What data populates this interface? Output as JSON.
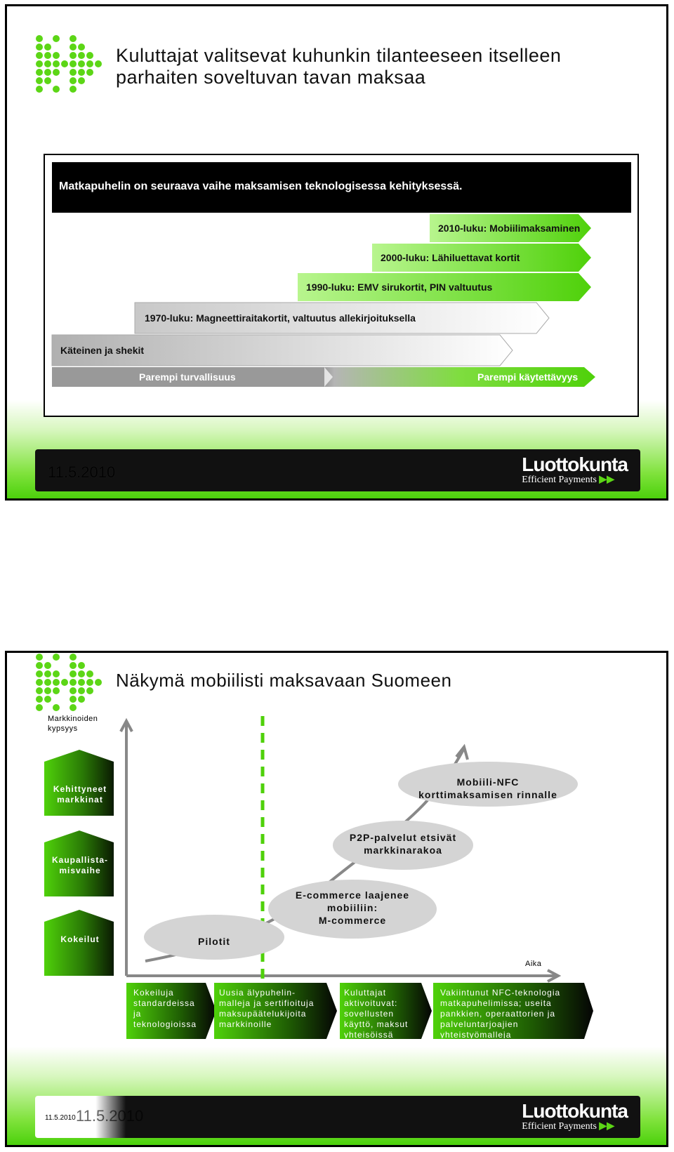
{
  "slide1": {
    "title_line1": "Kuluttajat valitsevat kuhunkin tilanteeseen itselleen",
    "title_line2": "parhaiten soveltuvan tavan maksaa",
    "headline": "Matkapuhelin on seuraava vaihe maksamisen teknologisessa kehityksessä.",
    "stages": [
      "2010-luku: Mobiilimaksaminen",
      "2000-luku: Lähiluettavat kortit",
      "1990-luku: EMV sirukortit, PIN valtuutus",
      "1970-luku: Magneettiraitakortit, valtuutus allekirjoituksella",
      "Käteinen ja shekit"
    ],
    "bottom_left": "Parempi turvallisuus",
    "bottom_right": "Parempi käytettävyys",
    "date": "11.5.2010"
  },
  "slide2": {
    "title": "Näkymä mobiilisti maksavaan Suomeen",
    "y_axis_label_1": "Markkinoiden",
    "y_axis_label_2": "kypsyys",
    "x_axis_label": "Aika",
    "levels": [
      {
        "line1": "Kehittyneet",
        "line2": "markkinat"
      },
      {
        "line1": "Kaupallista-",
        "line2": "misvaihe"
      },
      {
        "line1": "Kokeilut",
        "line2": ""
      }
    ],
    "pilot_label": "Pilotit",
    "ellipses": [
      {
        "line1": "E-commerce laajenee",
        "line2": "mobiiliin:",
        "line3": "M-commerce"
      },
      {
        "line1": "P2P-palvelut etsivät",
        "line2": "markkinarakoa",
        "line3": ""
      },
      {
        "line1": "Mobiili-NFC",
        "line2": "korttimaksamisen rinnalle",
        "line3": ""
      }
    ],
    "steps": [
      {
        "lines": [
          "Kokeiluja",
          "standardeissa",
          "ja",
          "teknologioissa"
        ]
      },
      {
        "lines": [
          "Uusia älypuhelin-",
          "malleja ja sertifioituja",
          "maksupäätelukijoita",
          "markkinoille"
        ]
      },
      {
        "lines": [
          "Kuluttajat",
          "aktivoituvat:",
          "sovellusten",
          "käyttö, maksut",
          "yhteisöissä"
        ]
      },
      {
        "lines": [
          "Vakiintunut NFC-teknologia",
          "matkapuhelimissa; useita",
          "pankkien, operaattorien ja",
          "palveluntarjoajien",
          "yhteistyömalleja"
        ]
      }
    ],
    "date_small": "11.5.2010",
    "date_big": "11.5.2010"
  },
  "brand": {
    "name": "Luottokunta",
    "tagline": "Efficient Payments"
  },
  "colors": {
    "green": "#5cd616",
    "lightgreen": "#b8f58e",
    "darkgray": "#888888"
  }
}
